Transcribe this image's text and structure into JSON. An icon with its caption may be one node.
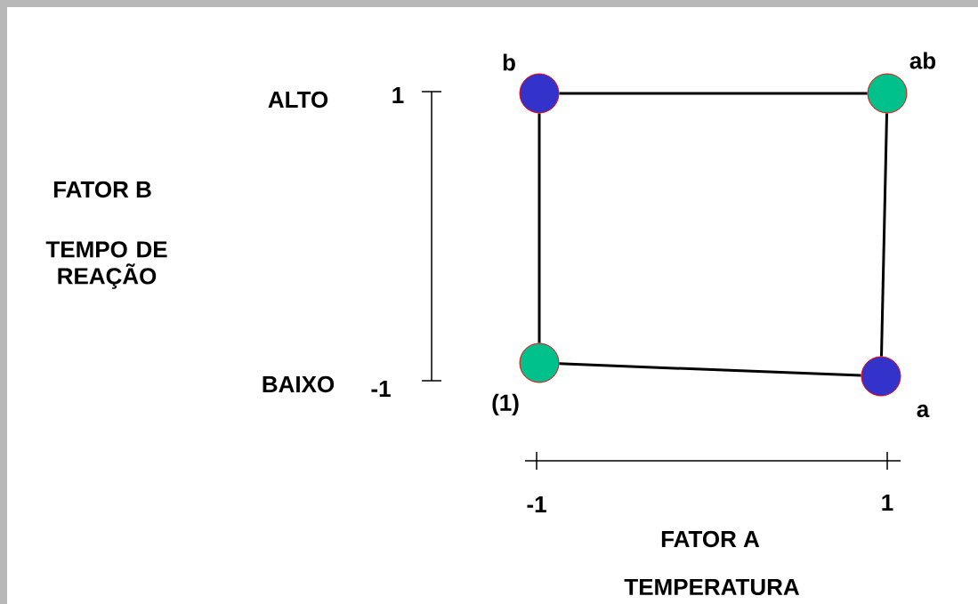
{
  "diagram": {
    "nodes": [
      {
        "text": [],
        "shape": "circle",
        "beside": [
          "b"
        ]
      },
      {
        "text": [],
        "shape": "circle",
        "beside": [
          "ab"
        ]
      },
      {
        "text": [],
        "shape": "circle",
        "beside": [
          "(1)"
        ]
      },
      {
        "text": [],
        "shape": "circle",
        "beside": [
          "a"
        ]
      }
    ],
    "edges": [
      {
        "from": 0,
        "to": 1,
        "arrow": "none"
      },
      {
        "from": 1,
        "to": 3,
        "arrow": "none"
      },
      {
        "from": 3,
        "to": 2,
        "arrow": "none"
      },
      {
        "from": 2,
        "to": 0,
        "arrow": "none"
      }
    ],
    "labels": [
      "ALTO",
      "1",
      "FATOR B",
      "TEMPO DE REAÇÃO",
      "BAIXO",
      "-1",
      "-1",
      "1",
      "FATOR A",
      "TEMPERATURA"
    ]
  }
}
